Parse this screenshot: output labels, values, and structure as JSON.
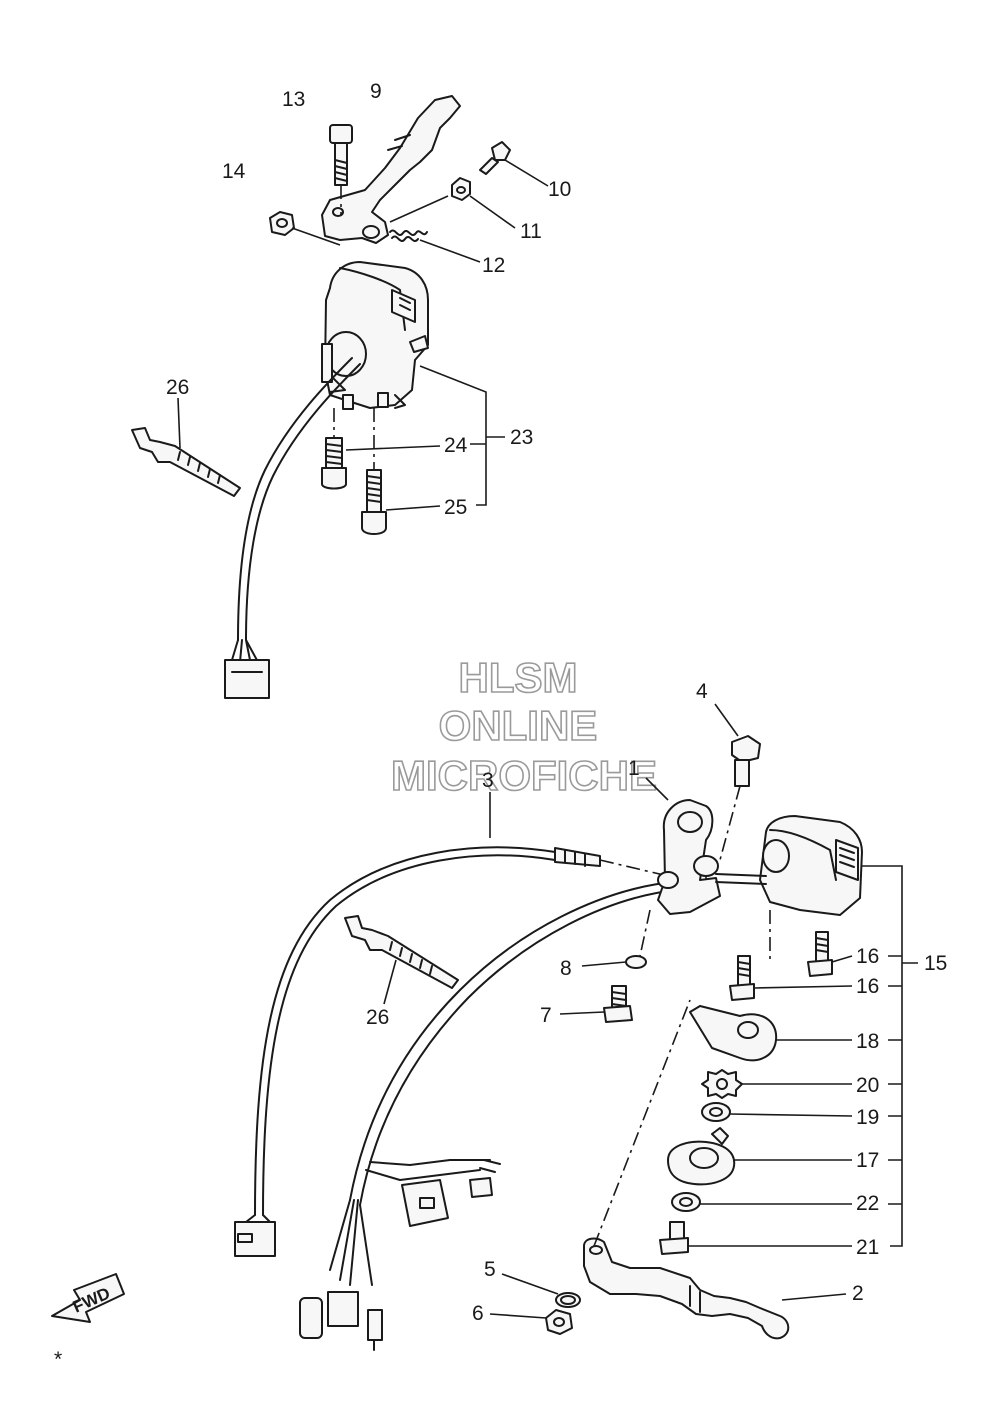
{
  "watermark": {
    "line1": "HLSM",
    "line2": "ONLINE",
    "line3": "MICROFICHE"
  },
  "direction_badge": "FWD",
  "callouts": {
    "c1": "1",
    "c2": "2",
    "c3": "3",
    "c4": "4",
    "c5": "5",
    "c6": "6",
    "c7": "7",
    "c8": "8",
    "c9": "9",
    "c10": "10",
    "c11": "11",
    "c12": "12",
    "c13": "13",
    "c14": "14",
    "c15": "15",
    "c16a": "16",
    "c16b": "16",
    "c17": "17",
    "c18": "18",
    "c19": "19",
    "c20": "20",
    "c21": "21",
    "c22": "22",
    "c23": "23",
    "c24": "24",
    "c25": "25",
    "c26a": "26",
    "c26b": "26"
  },
  "footer_mark": "*"
}
